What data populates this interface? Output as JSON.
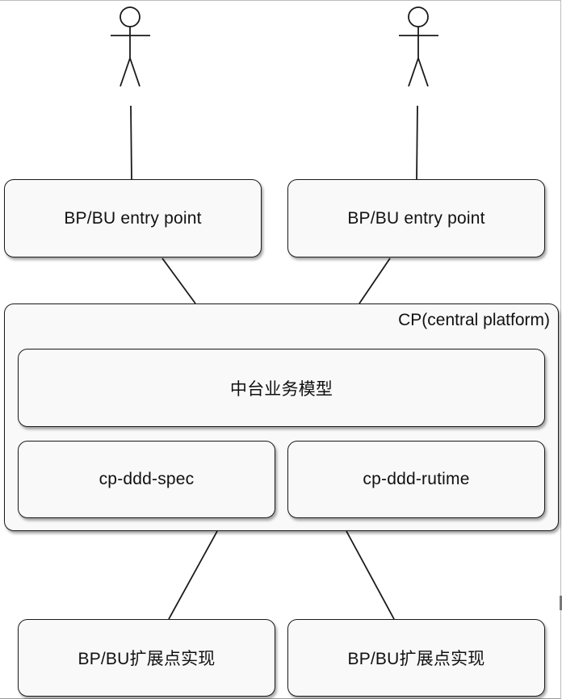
{
  "actors": [
    {
      "id": "actor-left"
    },
    {
      "id": "actor-right"
    }
  ],
  "entry_points": [
    {
      "label": "BP/BU entry point"
    },
    {
      "label": "BP/BU entry point"
    }
  ],
  "central_platform": {
    "label": "CP(central platform)",
    "business_model": "中台业务模型",
    "spec": "cp-ddd-spec",
    "runtime": "cp-ddd-rutime"
  },
  "extensions": [
    {
      "label": "BP/BU扩展点实现"
    },
    {
      "label": "BP/BU扩展点实现"
    }
  ],
  "colors": {
    "box_fill": "#f9f9f9",
    "stroke": "#1a1a1a"
  }
}
